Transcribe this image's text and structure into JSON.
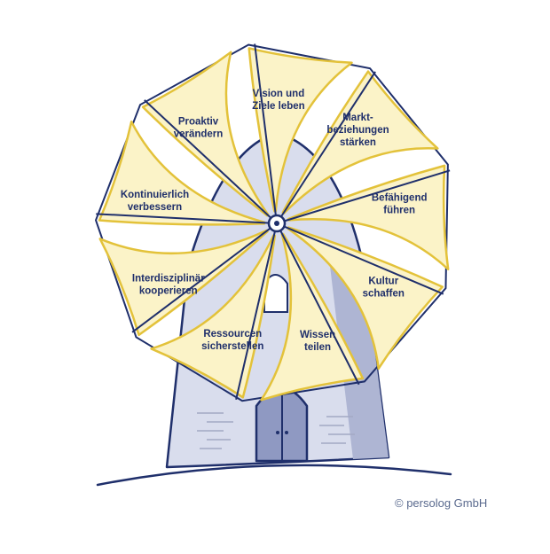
{
  "colors": {
    "navy": "#1f2f6b",
    "sail_fill": "#fbf3c8",
    "sail_edge": "#e3c23a",
    "tower_body": "#d9dded",
    "tower_shadow": "#9aa2c6",
    "door": "#8f99c2",
    "copyright": "#5a6a8e"
  },
  "sails": [
    {
      "name": "sail-vision",
      "lines": [
        "Vision und",
        "Ziele leben"
      ]
    },
    {
      "name": "sail-markt",
      "lines": [
        "Markt-",
        "beziehungen",
        "stärken"
      ]
    },
    {
      "name": "sail-befaehigend",
      "lines": [
        "Befähigend",
        "führen"
      ]
    },
    {
      "name": "sail-kultur",
      "lines": [
        "Kultur",
        "schaffen"
      ]
    },
    {
      "name": "sail-wissen",
      "lines": [
        "Wissen",
        "teilen"
      ]
    },
    {
      "name": "sail-ressourcen",
      "lines": [
        "Ressourcen",
        "sicherstellen"
      ]
    },
    {
      "name": "sail-interdisziplinaer",
      "lines": [
        "Interdisziplinär",
        "kooperieren"
      ]
    },
    {
      "name": "sail-kontinuierlich",
      "lines": [
        "Kontinuierlich",
        "verbessern"
      ]
    },
    {
      "name": "sail-proaktiv",
      "lines": [
        "Proaktiv",
        "verändern"
      ]
    }
  ],
  "copyright": "© persolog GmbH"
}
